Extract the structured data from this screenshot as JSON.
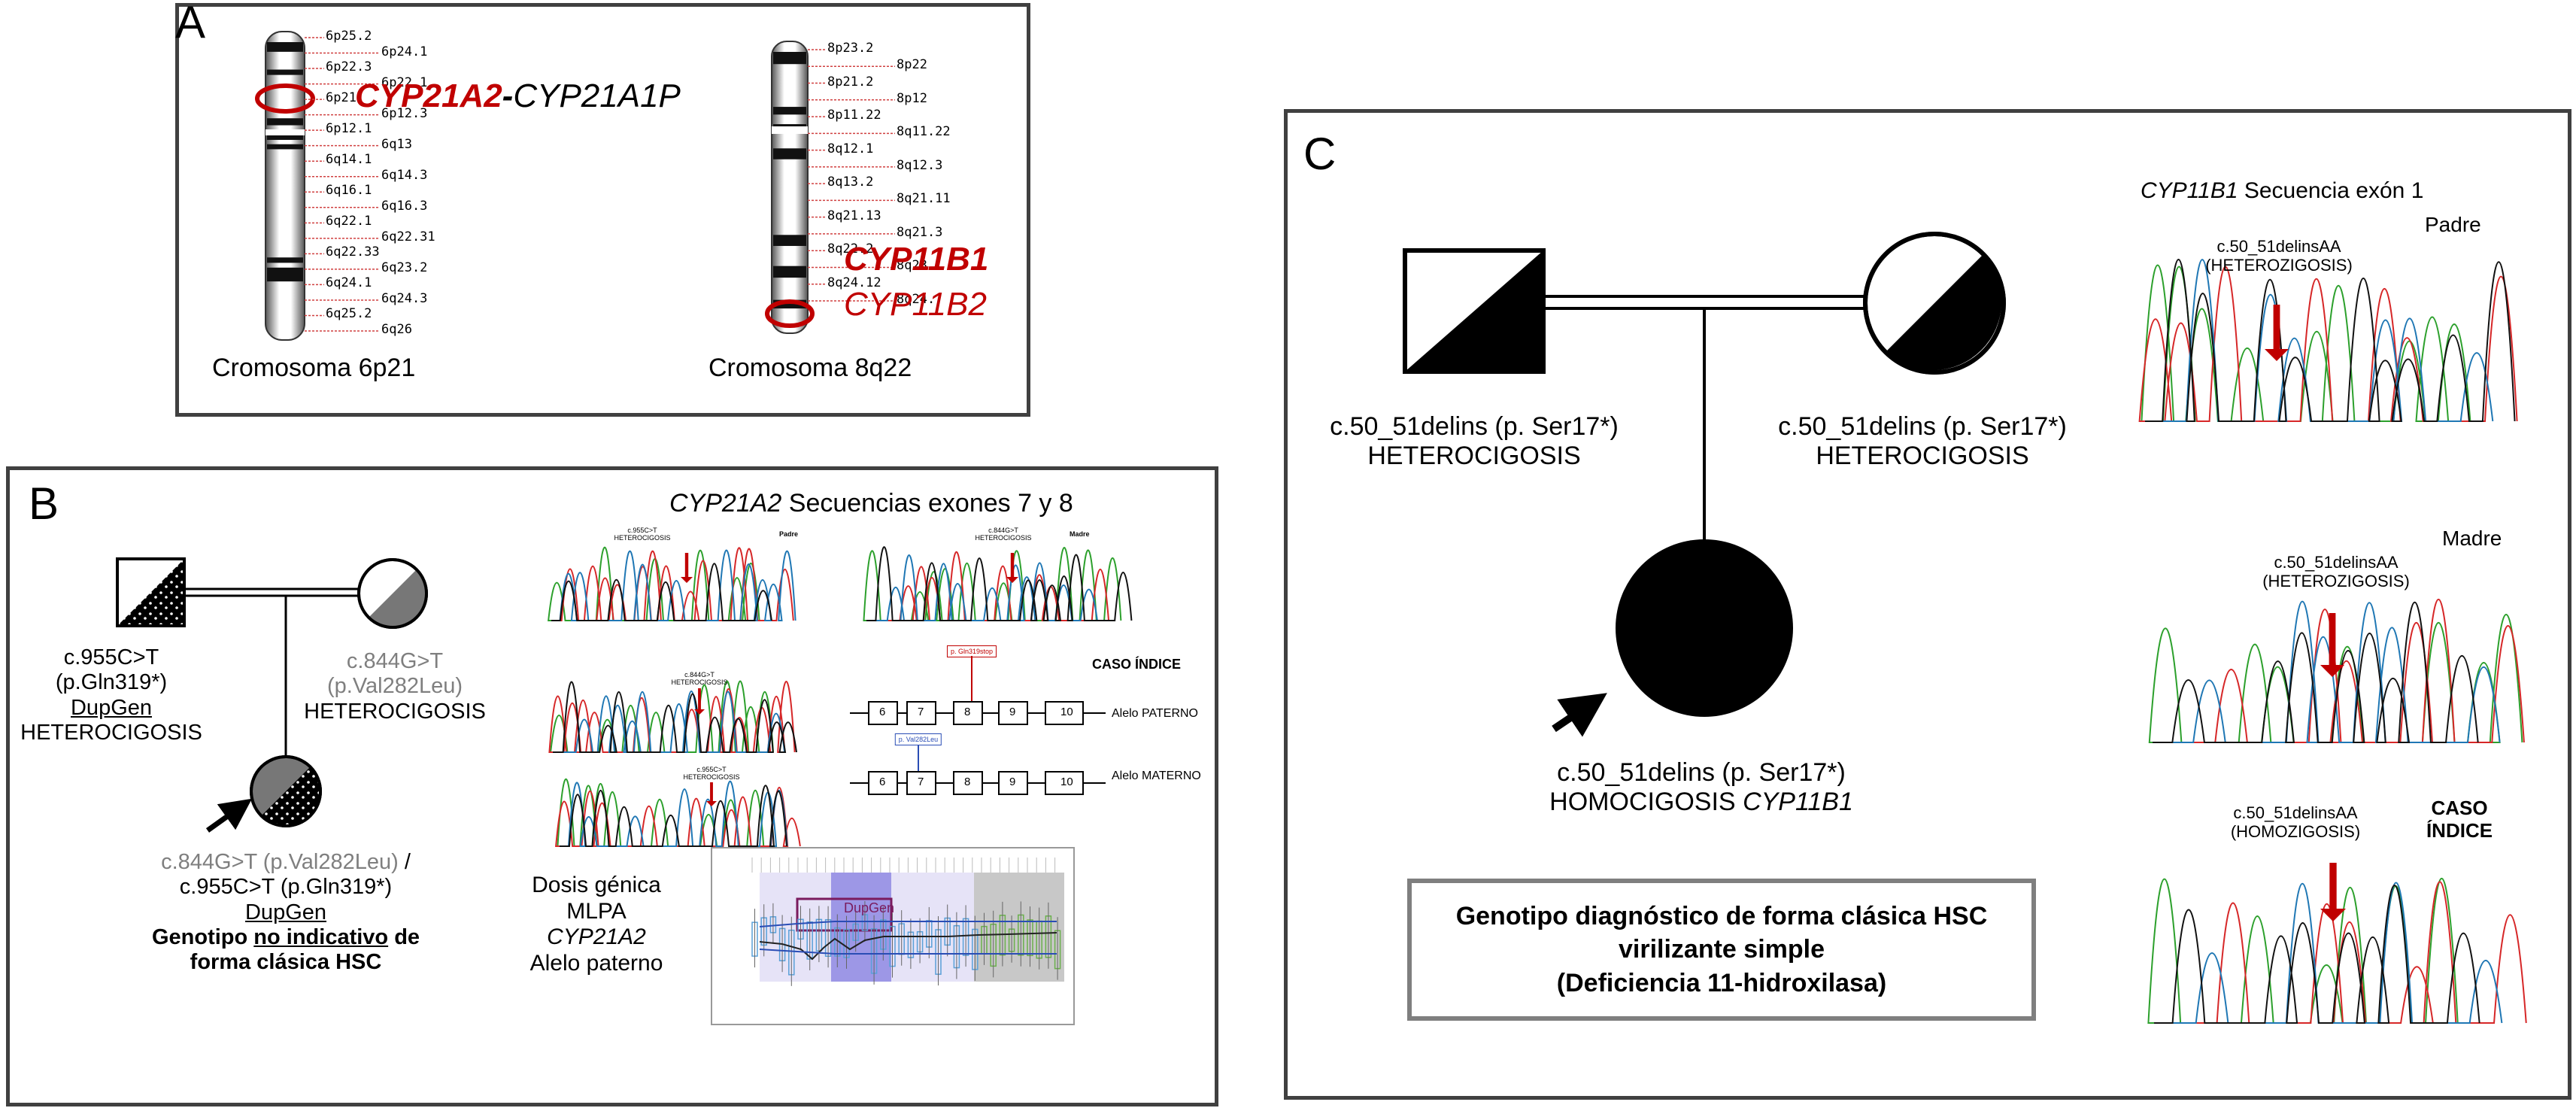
{
  "panelA": {
    "label": "A",
    "chr6": {
      "caption": "Cromosoma  6p21",
      "bands": [
        "6p25.2",
        "6p24.1",
        "6p22.3",
        "6p22.1",
        "6p21.",
        "6p12.3",
        "6p12.1",
        "6q13",
        "6q14.1",
        "6q14.3",
        "6q16.1",
        "6q16.3",
        "6q22.1",
        "6q22.31",
        "6q22.33",
        "6q23.2",
        "6q24.1",
        "6q24.3",
        "6q25.2",
        "6q26"
      ]
    },
    "chr8": {
      "caption": "Cromosoma   8q22",
      "bands": [
        "8p23.2",
        "8p22",
        "8p21.2",
        "8p12",
        "8p11.22",
        "8q11.22",
        "8q12.1",
        "8q12.3",
        "8q13.2",
        "8q21.11",
        "8q21.13",
        "8q21.3",
        "8q22.2",
        "8q23.",
        "8q24.12",
        "8q24."
      ]
    },
    "gene_a": "CYP21A2",
    "gene_dash": "-",
    "gene_b": "CYP21A1P",
    "gene_c": "CYP11B1",
    "gene_d": "CYP11B2"
  },
  "panelB": {
    "label": "B",
    "father": {
      "line1": "c.955C>T",
      "line2": "(p.Gln319*)",
      "line3": "DupGen",
      "line4": "HETEROCIGOSIS"
    },
    "mother": {
      "line1": "c.844G>T",
      "line2": "(p.Val282Leu)",
      "line3": "HETEROCIGOSIS"
    },
    "child": {
      "line1a": "c.844G>T",
      "line1b": " (p.Val282Leu)",
      "line1c": " /",
      "line2": "c.955C>T (p.Gln319*)",
      "line3": "DupGen",
      "line4a": "Genotipo ",
      "line4b": "no indicativo",
      "line4c": " de",
      "line5": "forma clásica HSC"
    },
    "seq_title_gene": "CYP21A2",
    "seq_title_rest": "  Secuencias exones 7 y 8",
    "chrom_labels": {
      "padre": "Padre",
      "madre": "Madre",
      "mut1": "c.955C>T",
      "mut_het": "HETEROCIGOSIS",
      "mut2": "c.844G>T",
      "mut3": "c.844G>T",
      "mut4": "c.955C>T"
    },
    "caso_indice": "CASO ÍNDICE",
    "exons": [
      "6",
      "7",
      "8",
      "9",
      "10"
    ],
    "allele_paterno": "Alelo PATERNO",
    "allele_materno": "Alelo MATERNO",
    "variant_paterno": "p. Gln319stop",
    "variant_materno": "p. Val282Leu",
    "mlpa": {
      "line1": "Dosis génica",
      "line2": "MLPA",
      "line3": "CYP21A2",
      "line4": "Alelo paterno"
    },
    "mlpa_highlight": "DupGen"
  },
  "panelC": {
    "label": "C",
    "father": {
      "line1": "c.50_51delins (p. Ser17*)",
      "line2": "HETEROCIGOSIS"
    },
    "mother": {
      "line1": "c.50_51delins (p. Ser17*)",
      "line2": "HETEROCIGOSIS"
    },
    "child": {
      "line1": "c.50_51delins (p. Ser17*)",
      "line2a": "HOMOCIGOSIS ",
      "line2b": "CYP11B1"
    },
    "box": {
      "line1": "Genotipo diagnóstico de forma clásica HSC",
      "line2": "virilizante simple",
      "line3": "(Deficiencia 11-hidroxilasa)"
    },
    "seq_title_gene": "CYP11B1",
    "seq_title_rest": "  Secuencia exón 1",
    "padre": "Padre",
    "madre": "Madre",
    "caso1": "CASO",
    "caso2": "ÍNDICE",
    "mut1": "c.50_51delinsAA",
    "mut1_zyg": "(HETEROZIGOSIS)",
    "mut2": "c.50_51delinsAA",
    "mut2_zyg": "(HETEROZIGOSIS)",
    "mut3": "c.50_51delinsAA",
    "mut3_zyg": "(HOMOZIGOSIS)"
  },
  "colors": {
    "red": "#c00000",
    "grey": "#7f7f7f",
    "frame": "#404040"
  }
}
